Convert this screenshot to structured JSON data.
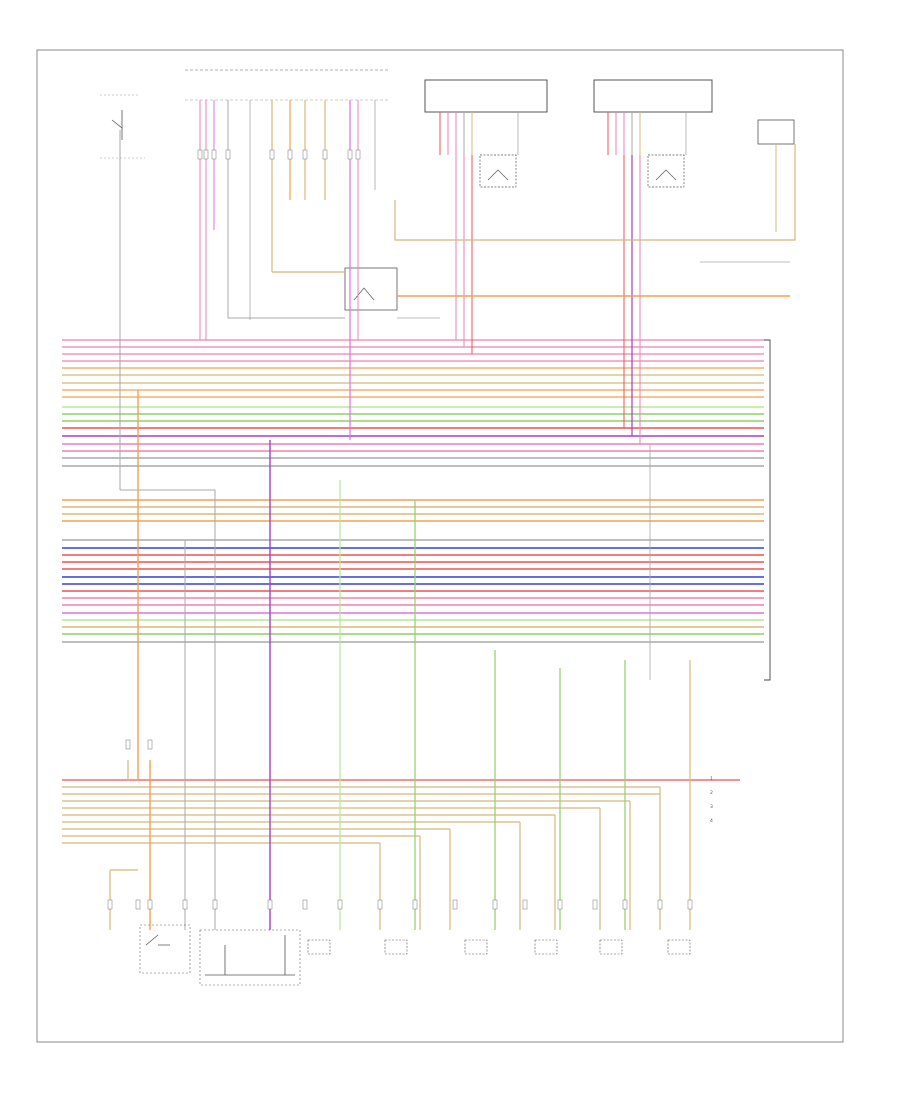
{
  "diagram_title": "",
  "page_id": "",
  "top_components": [
    {
      "id": "ignition",
      "label": ""
    },
    {
      "id": "front-module",
      "label": ""
    },
    {
      "id": "left-headlight",
      "label": ""
    },
    {
      "id": "right-headlight",
      "label": ""
    },
    {
      "id": "fuse-block",
      "label": ""
    }
  ],
  "ecu_label": "",
  "legend": [
    {
      "num": "1",
      "text": ""
    },
    {
      "num": "2",
      "text": ""
    },
    {
      "num": "3",
      "text": ""
    },
    {
      "num": "4",
      "text": ""
    }
  ],
  "bottom_components": [
    {
      "id": "brake-switch",
      "label": ""
    },
    {
      "id": "sensor-1",
      "label": ""
    },
    {
      "id": "sensor-2",
      "label": ""
    },
    {
      "id": "sensor-3",
      "label": ""
    },
    {
      "id": "sensor-4",
      "label": ""
    },
    {
      "id": "sensor-5",
      "label": ""
    },
    {
      "id": "sensor-6",
      "label": ""
    }
  ],
  "wire_colors": {
    "pink": "#f080b0",
    "orange": "#f5a050",
    "tan": "#d8b878",
    "green": "#8ed06a",
    "red": "#f05050",
    "blue": "#3040e0",
    "purple": "#a040d0",
    "gray": "#a8a8a8",
    "magenta": "#e070e0",
    "lightgreen": "#b8e890"
  }
}
